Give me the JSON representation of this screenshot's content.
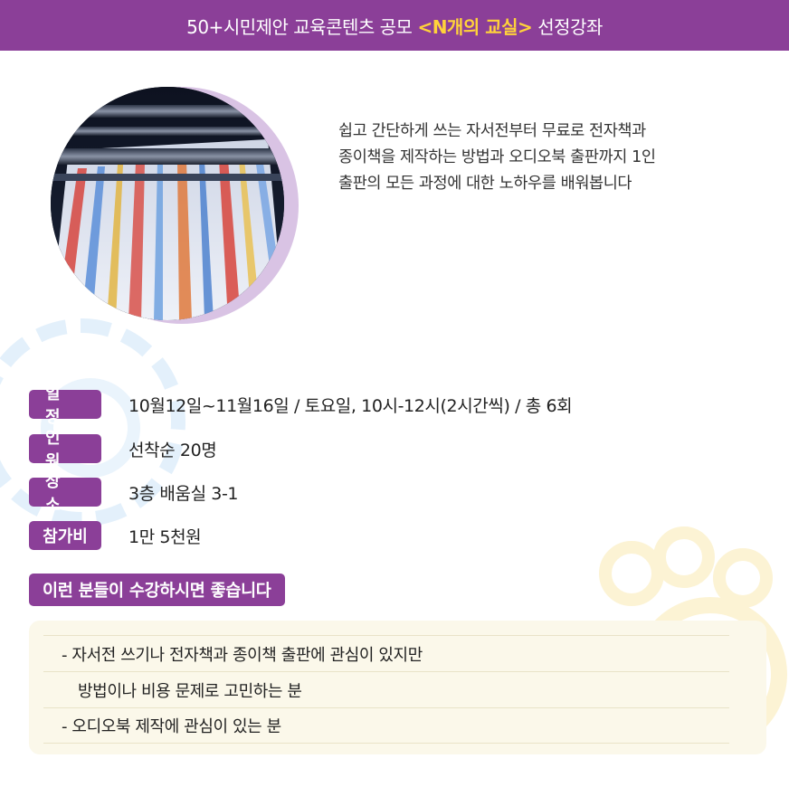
{
  "banner": {
    "prefix": "50+시민제안 교육콘텐츠 공모",
    "highlight": "<N개의 교실>",
    "suffix": "선정강좌"
  },
  "intro": {
    "lines": [
      "쉽고 간단하게 쓰는 자서전부터 무료로 전자책과",
      "종이책을 제작하는 방법과 오디오북 출판까지 1인",
      "출판의 모든 과정에 대한 노하우를 배워봅니다"
    ]
  },
  "info": [
    {
      "label": "일 정",
      "value": "10월12일~11월16일 / 토요일, 10시-12시(2시간씩) / 총 6회"
    },
    {
      "label": "인 원",
      "value": "선착순 20명"
    },
    {
      "label": "장 소",
      "value": "3층 배움실 3-1"
    },
    {
      "label": "참가비",
      "value": "1만 5천원"
    }
  ],
  "target": {
    "title": "이런 분들이 수강하시면 좋습니다",
    "items": [
      "- 자서전 쓰기나 전자책과 종이책 출판에 관심이 있지만",
      "방법이나 비용 문제로 고민하는 분",
      "- 오디오북 제작에 관심이 있는 분"
    ]
  },
  "colors": {
    "brand_purple": "#8b3f98",
    "highlight_yellow": "#ffd23a",
    "box_cream": "#fbf8ea"
  }
}
